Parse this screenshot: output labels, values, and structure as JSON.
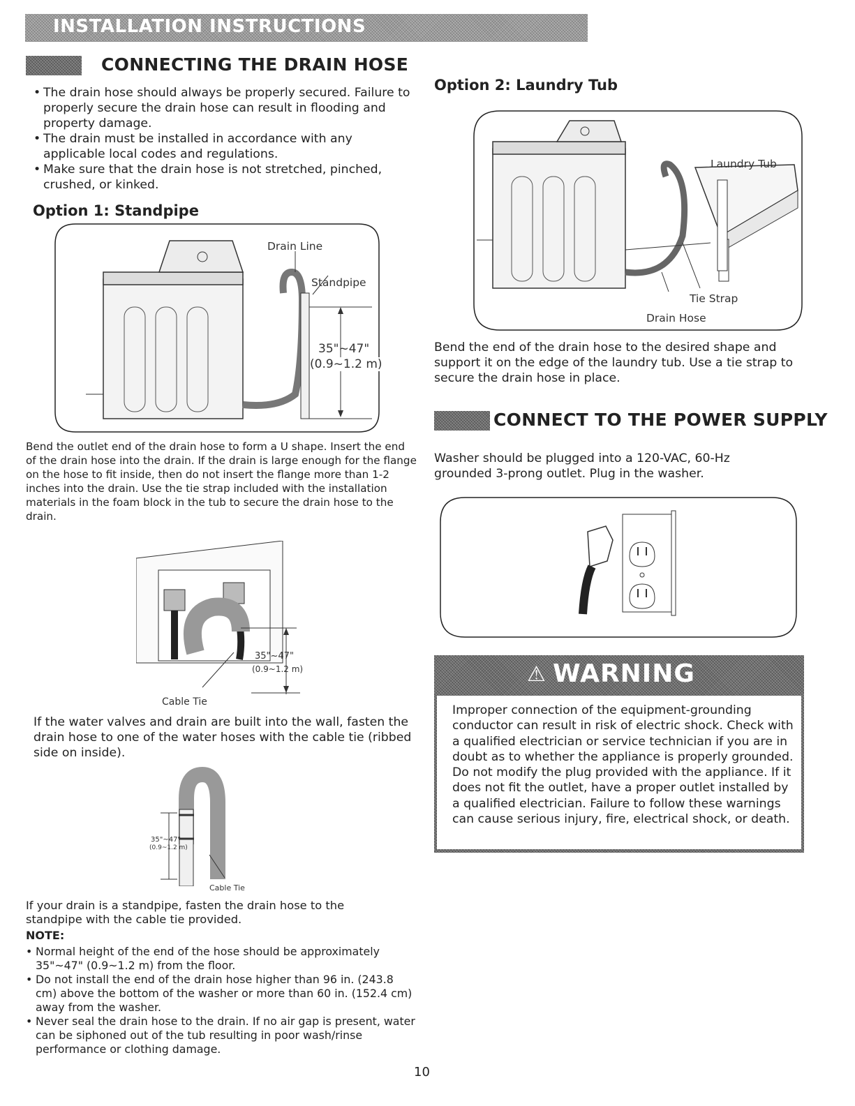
{
  "banner": {
    "title": "INSTALLATION INSTRUCTIONS"
  },
  "drain": {
    "title": "CONNECTING THE DRAIN HOSE",
    "bullets": [
      "The drain hose should always be properly secured. Failure to properly secure the drain hose can result in flooding and property damage.",
      "The drain must be installed in accordance with any applicable local codes and regulations.",
      "Make sure that the drain hose is not stretched, pinched, crushed, or kinked."
    ]
  },
  "option1": {
    "title": "Option 1: Standpipe",
    "labels": {
      "drain_line": "Drain Line",
      "standpipe": "Standpipe",
      "height": "35\"~47\"",
      "height_metric": "(0.9~1.2 m)"
    },
    "text": "Bend the outlet end of the drain hose to form a U shape. Insert the end of the drain hose into the drain. If the drain is large enough for the flange on the hose to fit inside, then do not insert the flange more than 1-2 inches into the drain. Use the tie strap included with the installation materials in the foam block in the tub to secure the drain hose to the drain."
  },
  "wall_figure": {
    "height": "35\"~47\"",
    "height_metric": "(0.9~1.2 m)",
    "caption": "Cable Tie",
    "text": "If the water valves and drain are built into the wall, fasten the drain hose to one of the water hoses with the cable tie (ribbed side on inside)."
  },
  "standpipe_figure": {
    "height": "35\"~47\"",
    "height_metric": "(0.9~1.2 m)",
    "caption": "Cable Tie",
    "text": "If your drain is a standpipe, fasten the drain hose to the standpipe with the cable tie provided."
  },
  "note": {
    "label": "NOTE:",
    "bullets": [
      "Normal height of the end of the hose should be approximately 35\"~47\" (0.9~1.2 m) from the floor.",
      "Do not install the end of the drain hose higher than 96 in. (243.8 cm) above the bottom of the washer or more than 60 in. (152.4 cm) away from the washer.",
      "Never seal the drain hose to the drain. If no air gap is present, water can be siphoned out of the tub resulting in poor wash/rinse performance or clothing damage."
    ]
  },
  "option2": {
    "title": "Option 2: Laundry Tub",
    "labels": {
      "laundry_tub": "Laundry Tub",
      "tie_strap": "Tie Strap",
      "drain_hose": "Drain Hose"
    },
    "text": "Bend the end of the drain hose to the desired shape and support it on the edge of the laundry tub. Use a tie strap to secure the drain hose in place."
  },
  "power": {
    "title": "CONNECT TO THE POWER SUPPLY",
    "text": "Washer should be plugged into a 120-VAC, 60-Hz grounded 3-prong outlet. Plug in the washer."
  },
  "warning": {
    "title": "WARNING",
    "text": "Improper connection of the equipment-grounding conductor can result in risk of electric shock. Check with a qualified electrician or service technician if you are in doubt as to whether the appliance is properly grounded. Do not modify the plug provided with the appliance. If it does not fit the outlet, have a proper outlet installed by a qualified electrician. Failure to follow these warnings can cause serious injury, fire, electrical shock, or death."
  },
  "page_number": "10",
  "colors": {
    "banner": "#9a9a9a",
    "warning": "#6e6e6e",
    "text": "#222222"
  }
}
